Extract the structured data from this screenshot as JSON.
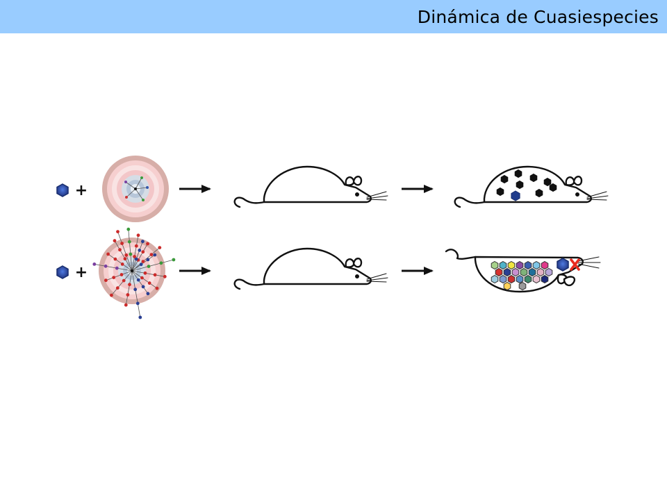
{
  "slide": {
    "title": "Dinámica de Cuasiespecies"
  },
  "diagram": {
    "plus_sign": "+",
    "colors": {
      "hex_virus": "#233d90",
      "ring_outer": "#d5aaa4",
      "ring_mid": "#f5cccd",
      "ring_inner": "#d3dce6",
      "arrow": "#111111",
      "outline": "#111111",
      "cross_mark": "#e82a20"
    },
    "rows": [
      {
        "id": "low-diversity",
        "progeny_hex_colors": [
          "#111111",
          "#111111",
          "#111111",
          "#111111",
          "#111111",
          "#111111",
          "#111111",
          "#111111",
          "#1f3c8c"
        ],
        "outcome": "survives"
      },
      {
        "id": "high-diversity",
        "progeny_hex_colors": [
          "#a7d18b",
          "#4fb3c9",
          "#f0e640",
          "#8b4ba3",
          "#3a5fb0",
          "#7fc6e6",
          "#e03a8a",
          "#d6322e",
          "#2a3f93",
          "#c88fd0",
          "#7fb37a",
          "#1f6f9a",
          "#e2b1c4",
          "#b8a6d9",
          "#9ecde0",
          "#7d9bd2",
          "#cc3030",
          "#5a8fc8",
          "#3f8a6b",
          "#e8c0d0",
          "#1d2a7a",
          "#ffd25a",
          "#9a9a9a"
        ],
        "outcome": "dead"
      }
    ]
  }
}
